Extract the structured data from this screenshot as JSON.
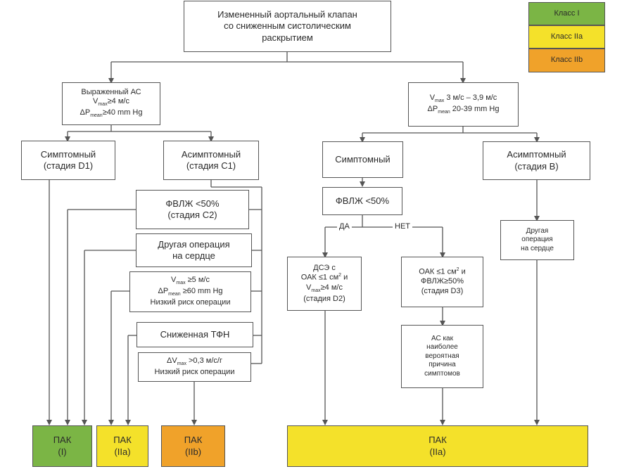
{
  "legend": {
    "class1": "Класс I",
    "class2a": "Класс IIa",
    "class2b": "Класс IIb"
  },
  "root": {
    "line1": "Измененный аортальный клапан",
    "line2": "со сниженным систолическим",
    "line3": "раскрытием"
  },
  "severe": {
    "line1": "Выраженный АС",
    "vmax_pre": "V",
    "vmax_sub": "max",
    "vmax_post": "≥4 м/с",
    "dp_pre": "ΔP",
    "dp_sub": "mean",
    "dp_post": "≥40 mm Hg"
  },
  "moderate": {
    "vmax_pre": "V",
    "vmax_sub": "max",
    "vmax_post": " 3 м/с – 3,9 м/с",
    "dp_pre": "ΔP",
    "dp_sub": "mean",
    "dp_post": " 20-39 mm Hg"
  },
  "symptomatic_d1": {
    "line1": "Симптомный",
    "line2": "(стадия D1)"
  },
  "asymptomatic_c1": {
    "line1": "Асимптомный",
    "line2": "(стадия C1)"
  },
  "symptomatic_r": {
    "line1": "Симптомный"
  },
  "asymptomatic_b": {
    "line1": "Асимптомный",
    "line2": "(стадия B)"
  },
  "lvef_c2": {
    "line1": "ФВЛЖ <50%",
    "line2": "(стадия C2)"
  },
  "other_surgery_l": {
    "line1": "Другая операция",
    "line2": "на сердце"
  },
  "vmax5": {
    "vmax_pre": "V",
    "vmax_sub": "max",
    "vmax_post": " ≥5 м/с",
    "dp_pre": "ΔP",
    "dp_sub": "mean",
    "dp_post": " ≥60 mm Hg",
    "line3": "Низкий риск операции"
  },
  "reduced_ett": {
    "line1": "Сниженная ТФН"
  },
  "dvmax": {
    "pre": "ΔV",
    "sub": "max",
    "post": " >0,3 м/с/г",
    "line2": "Низкий риск операции"
  },
  "lvef_r": {
    "line1": "ФВЛЖ <50%"
  },
  "branch": {
    "yes": "ДА",
    "no": "НЕТ"
  },
  "dse": {
    "line1": "ДСЭ с",
    "ava_pre": "ОАК ≤1 см",
    "ava_sup": "2",
    "ava_post": " и",
    "vmax_pre": "V",
    "vmax_sub": "max",
    "vmax_post": "≥4 м/с",
    "line4": "(стадия D2)"
  },
  "d3": {
    "ava_pre": "ОАК ≤1 см",
    "ava_sup": "2",
    "ava_post": " и",
    "line2": "ФВЛЖ≥50%",
    "line3": "(стадия D3)"
  },
  "as_cause": {
    "line1": "АС как",
    "line2": "наиболее",
    "line3": "вероятная",
    "line4": "причина",
    "line5": "симптомов"
  },
  "other_surgery_r": {
    "line1": "Другая",
    "line2": "операция",
    "line3": "на сердце"
  },
  "outcomes": {
    "i": {
      "line1": "ПАК",
      "line2": "(I)"
    },
    "iia_l": {
      "line1": "ПАК",
      "line2": "(IIa)"
    },
    "iib": {
      "line1": "ПАК",
      "line2": "(IIb)"
    },
    "iia_r": {
      "line1": "ПАК",
      "line2": "(IIa)"
    }
  },
  "colors": {
    "class1": "#7bb545",
    "class2a": "#f4e12a",
    "class2b": "#f0a22a",
    "line": "#555555"
  }
}
